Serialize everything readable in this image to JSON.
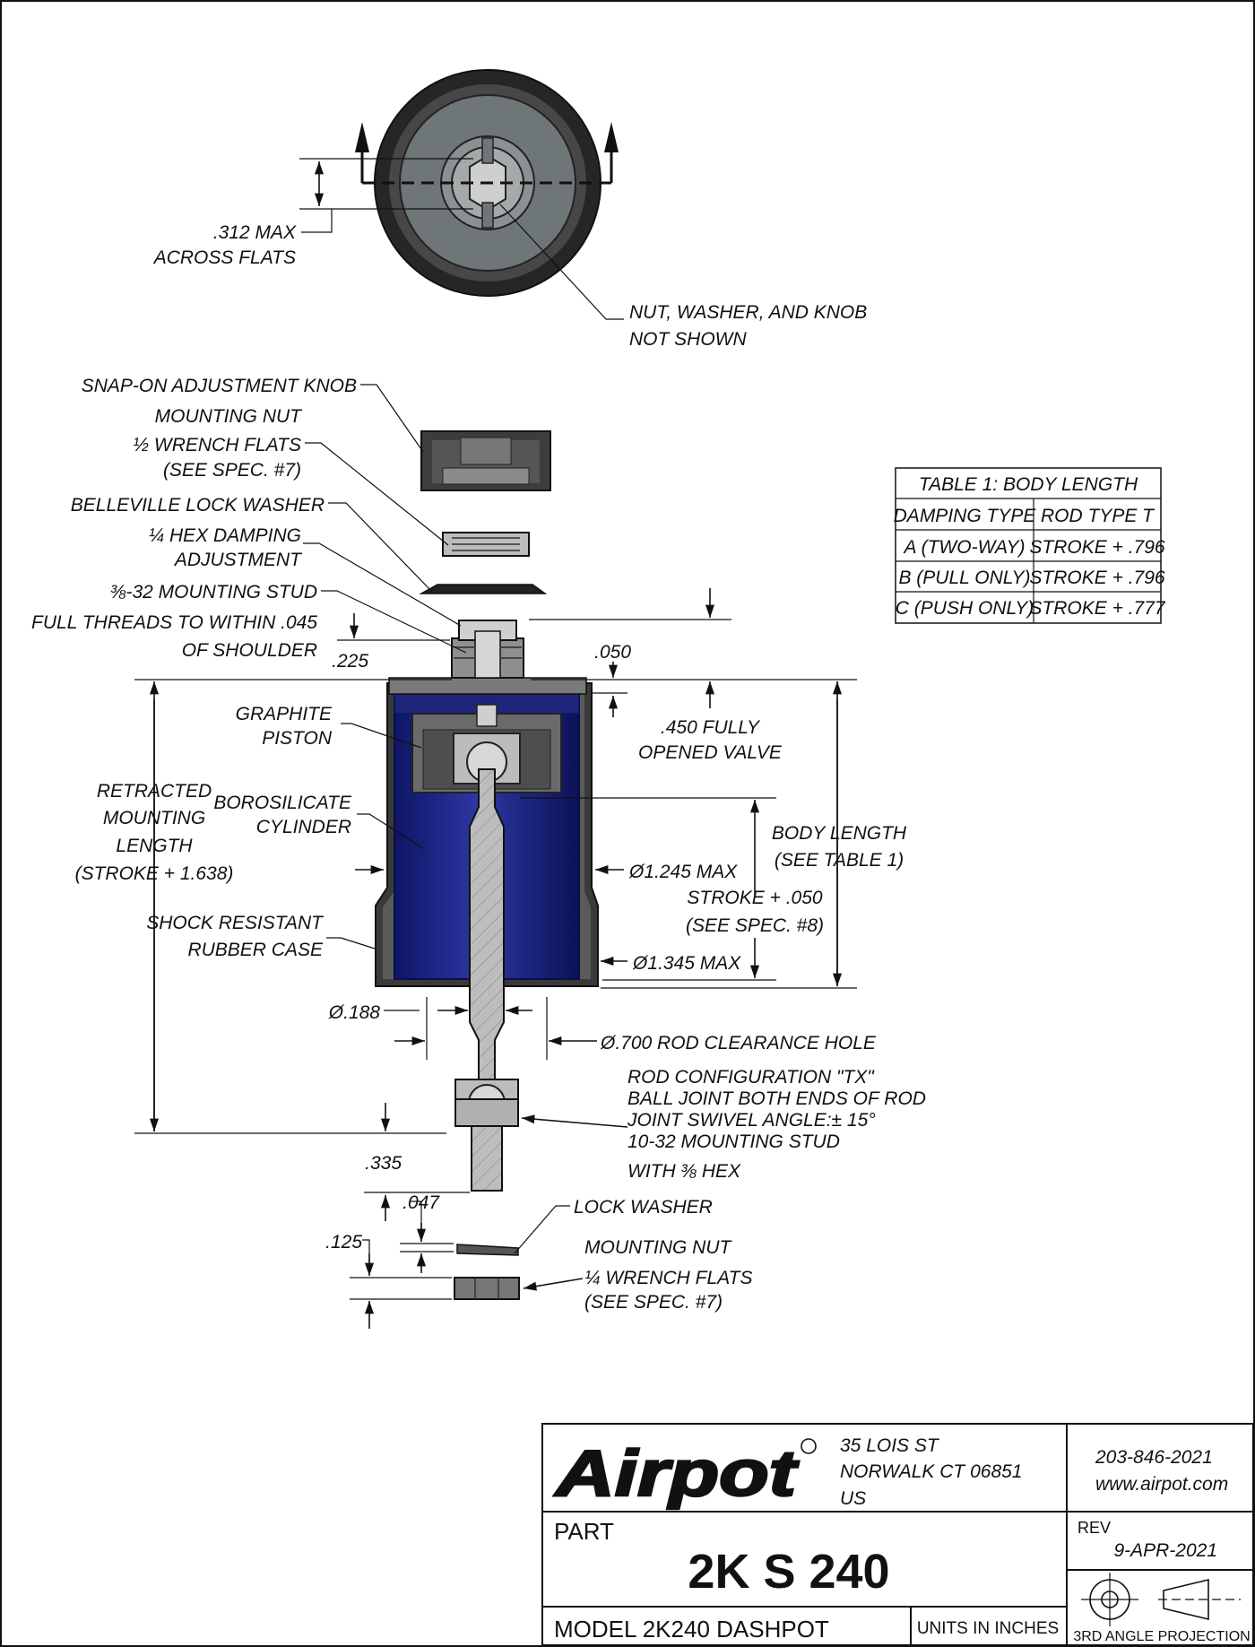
{
  "top_view": {
    "across_flats": [
      ".312 MAX",
      "ACROSS FLATS"
    ],
    "note": [
      "NUT, WASHER, AND KNOB",
      "NOT SHOWN"
    ]
  },
  "labels": {
    "knob": "SNAP-ON ADJUSTMENT KNOB",
    "mounting_nut": [
      "MOUNTING NUT",
      "½ WRENCH FLATS",
      "(SEE SPEC. #7)"
    ],
    "belleville": "BELLEVILLE LOCK WASHER",
    "hex_damping": [
      "¼ HEX DAMPING",
      "ADJUSTMENT"
    ],
    "stud": "⅜-32 MOUNTING STUD",
    "full_threads": [
      "FULL THREADS TO WITHIN .045",
      "OF SHOULDER"
    ],
    "dim_225": ".225",
    "dim_050": ".050",
    "graphite": [
      "GRAPHITE",
      "PISTON"
    ],
    "open_valve": [
      ".450 FULLY",
      "OPENED VALVE"
    ],
    "retracted": [
      "RETRACTED",
      "MOUNTING",
      "LENGTH",
      "(STROKE + 1.638)"
    ],
    "borosilicate": [
      "BOROSILICATE",
      "CYLINDER"
    ],
    "body_length": [
      "BODY LENGTH",
      "(SEE TABLE 1)"
    ],
    "dia_1245": "Ø1.245 MAX",
    "stroke_050": [
      "STROKE + .050",
      "(SEE SPEC. #8)"
    ],
    "shock_case": [
      "SHOCK RESISTANT",
      "RUBBER CASE"
    ],
    "dia_1345": "Ø1.345 MAX",
    "dia_188": "Ø.188",
    "dia_700": "Ø.700 ROD CLEARANCE HOLE",
    "rod_config": [
      "ROD CONFIGURATION \"TX\"",
      "BALL JOINT BOTH ENDS OF ROD",
      "JOINT SWIVEL ANGLE:± 15°",
      "10-32 MOUNTING STUD",
      "WITH ⅜ HEX"
    ],
    "dim_335": ".335",
    "dim_047": ".047",
    "dim_125": ".125",
    "lock_washer": "LOCK WASHER",
    "bottom_nut": [
      "MOUNTING NUT",
      "¼ WRENCH FLATS",
      "(SEE SPEC. #7)"
    ]
  },
  "table": {
    "title": "TABLE 1:  BODY LENGTH",
    "headers": [
      "DAMPING TYPE",
      "ROD TYPE T"
    ],
    "rows": [
      [
        "A (TWO-WAY)",
        "STROKE + .796"
      ],
      [
        "B (PULL ONLY)",
        "STROKE + .796"
      ],
      [
        "C (PUSH ONLY)",
        "STROKE + .777"
      ]
    ]
  },
  "title_block": {
    "logo": "Airpot",
    "address": [
      "35 LOIS ST",
      "NORWALK CT 06851",
      "US"
    ],
    "phone": "203-846-2021",
    "web": "www.airpot.com",
    "part_label": "PART",
    "part_number": "2K S 240",
    "rev_label": "REV",
    "rev_date": "9-APR-2021",
    "model": "MODEL 2K240 DASHPOT",
    "units": "UNITS IN INCHES",
    "projection": "3RD ANGLE PROJECTION"
  },
  "colors": {
    "cylinder_blue": "#27308f",
    "rubber_dark": "#3a3a3a",
    "top_face": "#6f7677",
    "metal": "#b6b6b6",
    "piston": "#6a6a6a"
  }
}
